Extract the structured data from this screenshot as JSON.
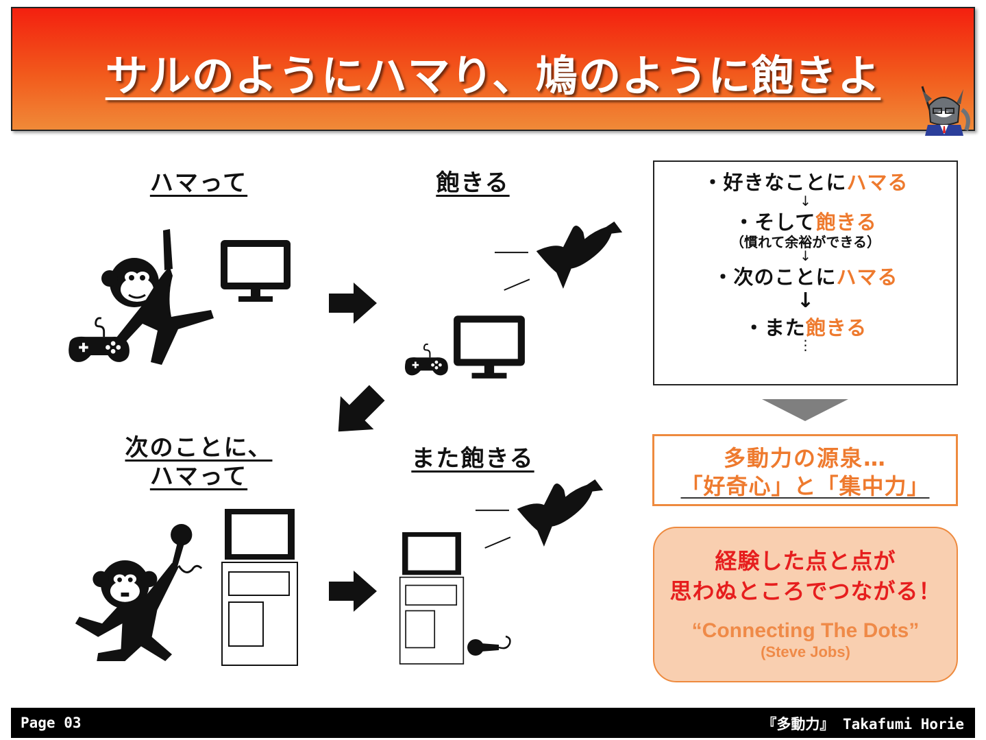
{
  "title": "サルのようにハマり、鳩のように飽きよ",
  "steps": {
    "step1": "ハマって",
    "step2": "飽きる",
    "step3_line1": "次のことに、",
    "step3_line2": "ハマって",
    "step4": "また飽きる"
  },
  "flow": {
    "l1_prefix": "・好きなことに",
    "l1_hl": "ハマる",
    "arrow": "↓",
    "l2_prefix": "・そして",
    "l2_hl": "飽きる",
    "l2_sub": "（慣れて余裕ができる）",
    "l3_prefix": "・次のことに",
    "l3_hl": "ハマる",
    "l4_prefix": "・また",
    "l4_hl": "飽きる",
    "dots": "⋮"
  },
  "source": {
    "line1": "多動力の源泉…",
    "line2": "「好奇心」と「集中力」"
  },
  "quote": {
    "line1": "経験した点と点が",
    "line2": "思わぬところでつながる！",
    "english": "“Connecting The Dots”",
    "attribution": "(Steve Jobs)"
  },
  "footer": {
    "page": "Page 03",
    "credit": "『多動力』 Takafumi Horie"
  },
  "colors": {
    "title_gradient_top": "#f3200f",
    "title_gradient_bottom": "#f08a38",
    "highlight_orange": "#ee7a2e",
    "quote_red": "#e61e1e",
    "quote_bg": "#f9cfb0"
  },
  "icons": [
    "mascot-wolf-teacher-icon",
    "monkey-hanging-icon",
    "game-controller-icon",
    "monitor-icon",
    "right-arrow-icon",
    "dove-icon",
    "down-left-arrow-icon",
    "monkey-singing-icon",
    "microphone-icon",
    "karaoke-machine-icon",
    "down-triangle-icon"
  ]
}
